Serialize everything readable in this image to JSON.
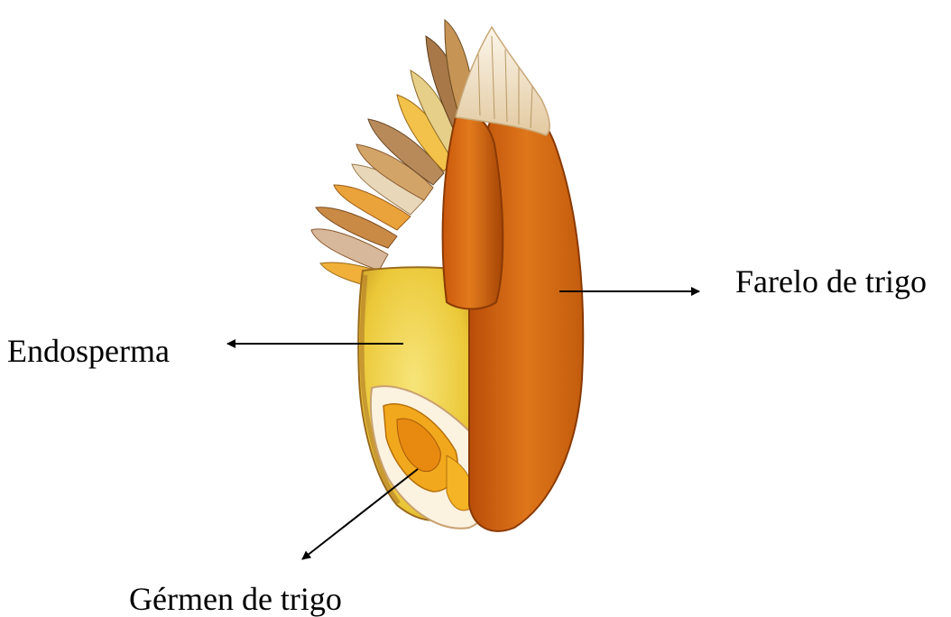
{
  "labels": {
    "bran": "Farelo de trigo",
    "endosperm": "Endosperma",
    "germ": "Gérmen de trigo"
  },
  "colors": {
    "bran": "#d96f12",
    "bran_dark": "#a84508",
    "endosperm": "#f0d34a",
    "germ": "#f2a81c",
    "husk": "#c98a45",
    "hair": "#f3e7d2"
  }
}
